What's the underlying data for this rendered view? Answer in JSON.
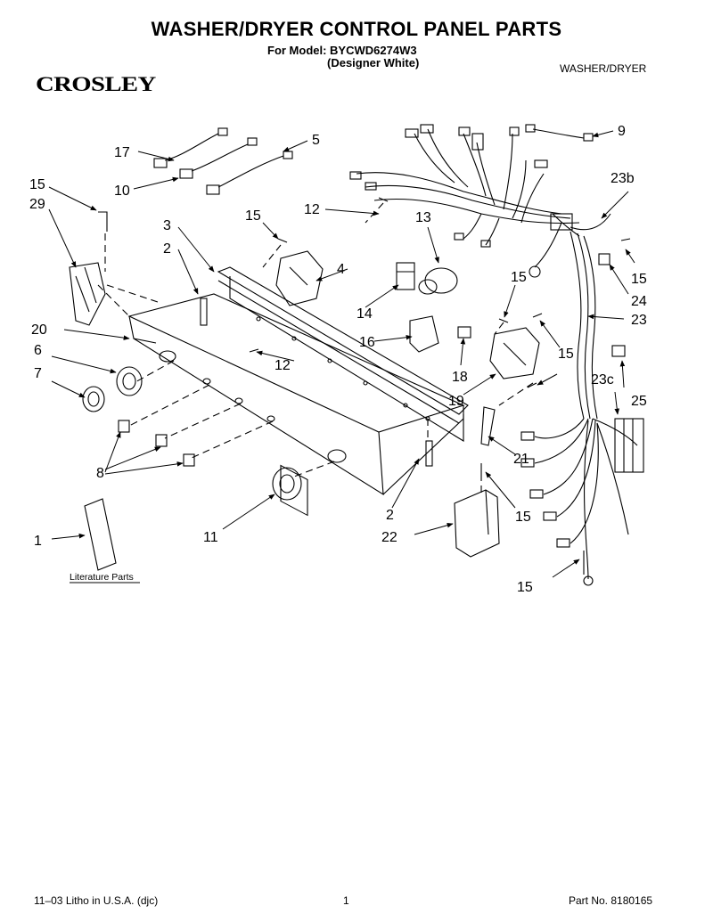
{
  "header": {
    "title": "WASHER/DRYER CONTROL PANEL PARTS",
    "model_line": "For Model: BYCWD6274W3",
    "color_line": "(Designer White)",
    "brand": "CROSLEY",
    "category": "WASHER/DRYER"
  },
  "diagram": {
    "literature_label": "Literature Parts",
    "callouts": {
      "c1": "1",
      "c2a": "2",
      "c2b": "2",
      "c3": "3",
      "c4": "4",
      "c5": "5",
      "c6": "6",
      "c7": "7",
      "c8": "8",
      "c9": "9",
      "c10": "10",
      "c11": "11",
      "c12a": "12",
      "c12b": "12",
      "c13": "13",
      "c14": "14",
      "c15a": "15",
      "c15b": "15",
      "c15c": "15",
      "c15d": "15",
      "c15e": "15",
      "c15f": "15",
      "c15g": "15",
      "c16": "16",
      "c17": "17",
      "c18": "18",
      "c19": "19",
      "c20": "20",
      "c21": "21",
      "c22": "22",
      "c23": "23",
      "c23b": "23b",
      "c23c": "23c",
      "c24": "24",
      "c25": "25",
      "c29": "29"
    }
  },
  "footer": {
    "litho": "11–03 Litho in U.S.A. (djc)",
    "page": "1",
    "part_no": "Part No. 8180165"
  }
}
